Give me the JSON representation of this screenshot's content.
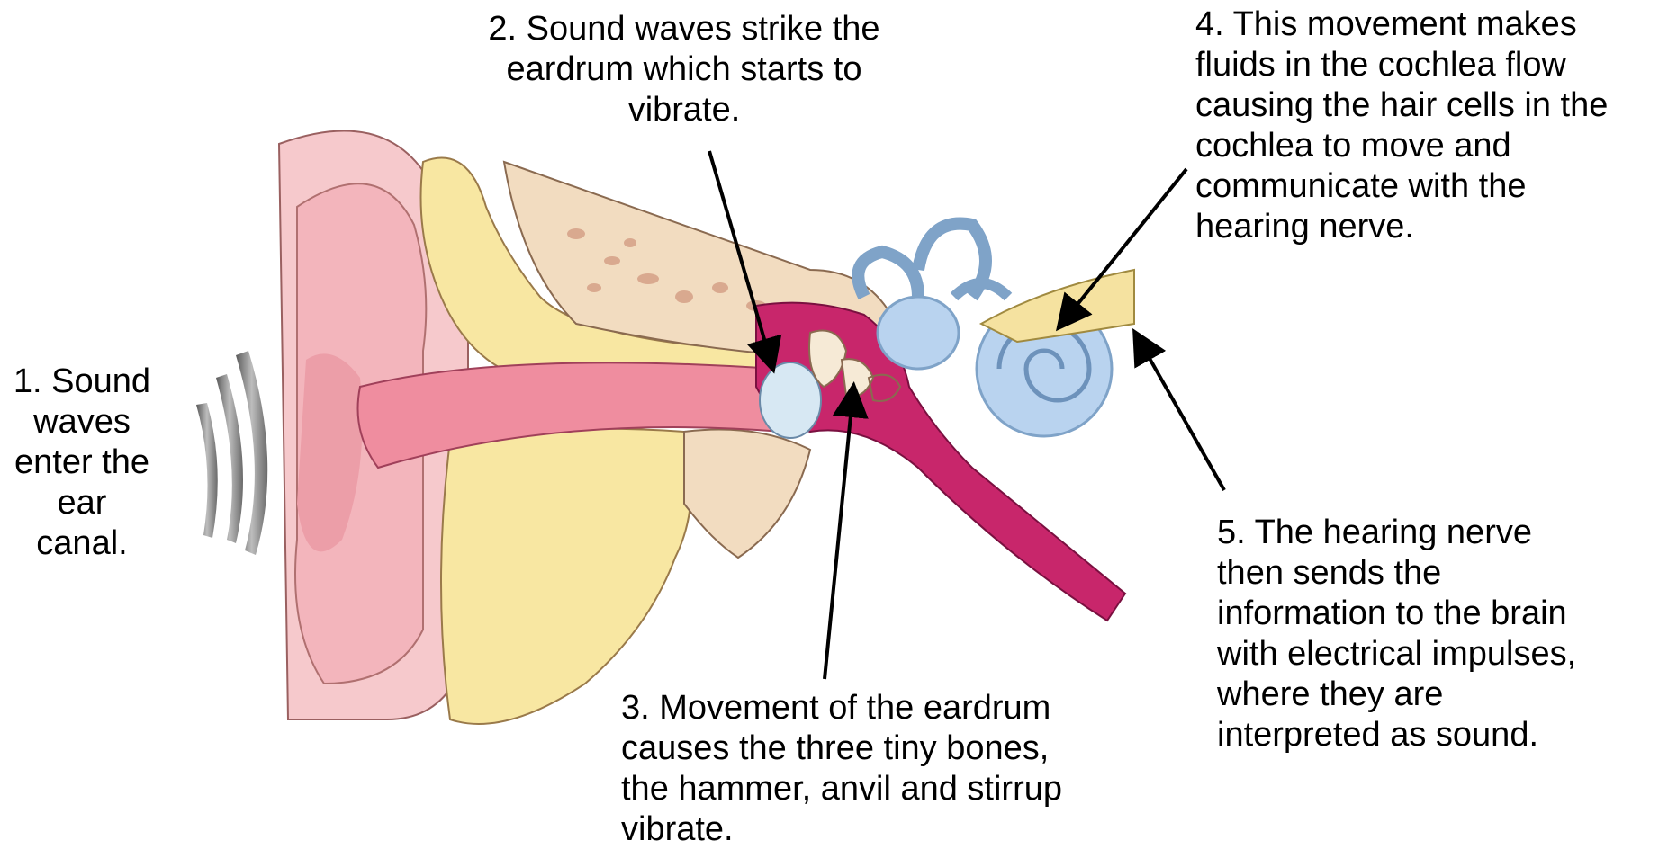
{
  "steps": [
    {
      "number": "1",
      "text": "1. Sound\nwaves\nenter the\near\ncanal."
    },
    {
      "number": "2",
      "text": "2. Sound waves strike the\neardrum which starts to\nvibrate."
    },
    {
      "number": "3",
      "text": "3. Movement of the eardrum\ncauses the three tiny bones,\nthe hammer, anvil and stirrup\nvibrate."
    },
    {
      "number": "4",
      "text": "4. This movement makes\nfluids in the cochlea flow\ncausing the hair cells in the\ncochlea to move and\ncommunicate with the\nhearing nerve."
    },
    {
      "number": "5",
      "text": "5. The hearing nerve\nthen sends the\ninformation to the brain\nwith electrical impulses,\nwhere they are\ninterpreted as sound."
    }
  ],
  "colors": {
    "skin": "#f6c9cc",
    "skin_dark": "#ec9ea8",
    "cartilage": "#f8e7a2",
    "bone": "#f2dcc0",
    "bone_spots": "#d9a98f",
    "canal": "#ef8d9f",
    "middle_ear": "#c8266b",
    "inner_ear": "#b9d3ef",
    "inner_ear_outline": "#7fa3c8",
    "eardrum": "#d7e8f3",
    "nerve": "#f5e2a0",
    "arrow": "#000000"
  }
}
